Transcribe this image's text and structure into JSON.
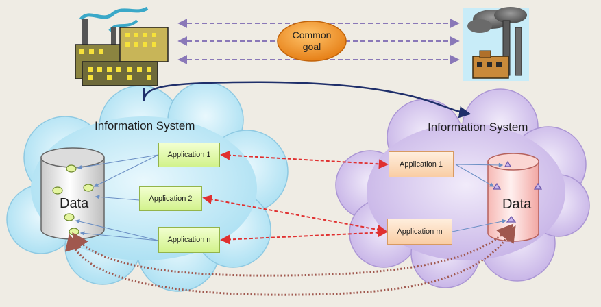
{
  "common_goal": {
    "line1": "Common",
    "line2": "goal"
  },
  "left_system": {
    "title": "Information System",
    "data_label": "Data",
    "applications": [
      "Application 1",
      "Application 2",
      "Application n"
    ]
  },
  "right_system": {
    "title": "Information System",
    "data_label": "Data",
    "applications": [
      "Application 1",
      "Application m"
    ]
  },
  "colors": {
    "background": "#efece4",
    "left_cloud": "#bfe8f6",
    "right_cloud": "#d7c7ee",
    "left_app": "#dcf5a3",
    "right_app": "#fbd9b8",
    "common_goal": "#f08a1c",
    "red_arrows": "#e03030",
    "purple_arrows": "#8a78b8",
    "navy_arrow": "#1f2f6a"
  }
}
